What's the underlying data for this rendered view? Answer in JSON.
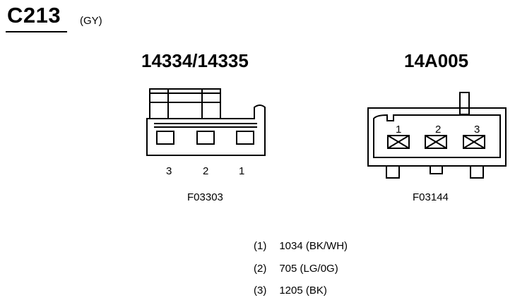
{
  "connector": {
    "id": "C213",
    "color": "(GY)"
  },
  "left_connector": {
    "title": "14334/14335",
    "pin_labels": [
      "3",
      "2",
      "1"
    ],
    "figure_code": "F03303"
  },
  "right_connector": {
    "title": "14A005",
    "pin_labels": [
      "1",
      "2",
      "3"
    ],
    "figure_code": "F03144"
  },
  "wires": [
    {
      "pin": "(1)",
      "desc": "1034 (BK/WH)"
    },
    {
      "pin": "(2)",
      "desc": "705 (LG/0G)"
    },
    {
      "pin": "(3)",
      "desc": "1205 (BK)"
    }
  ]
}
